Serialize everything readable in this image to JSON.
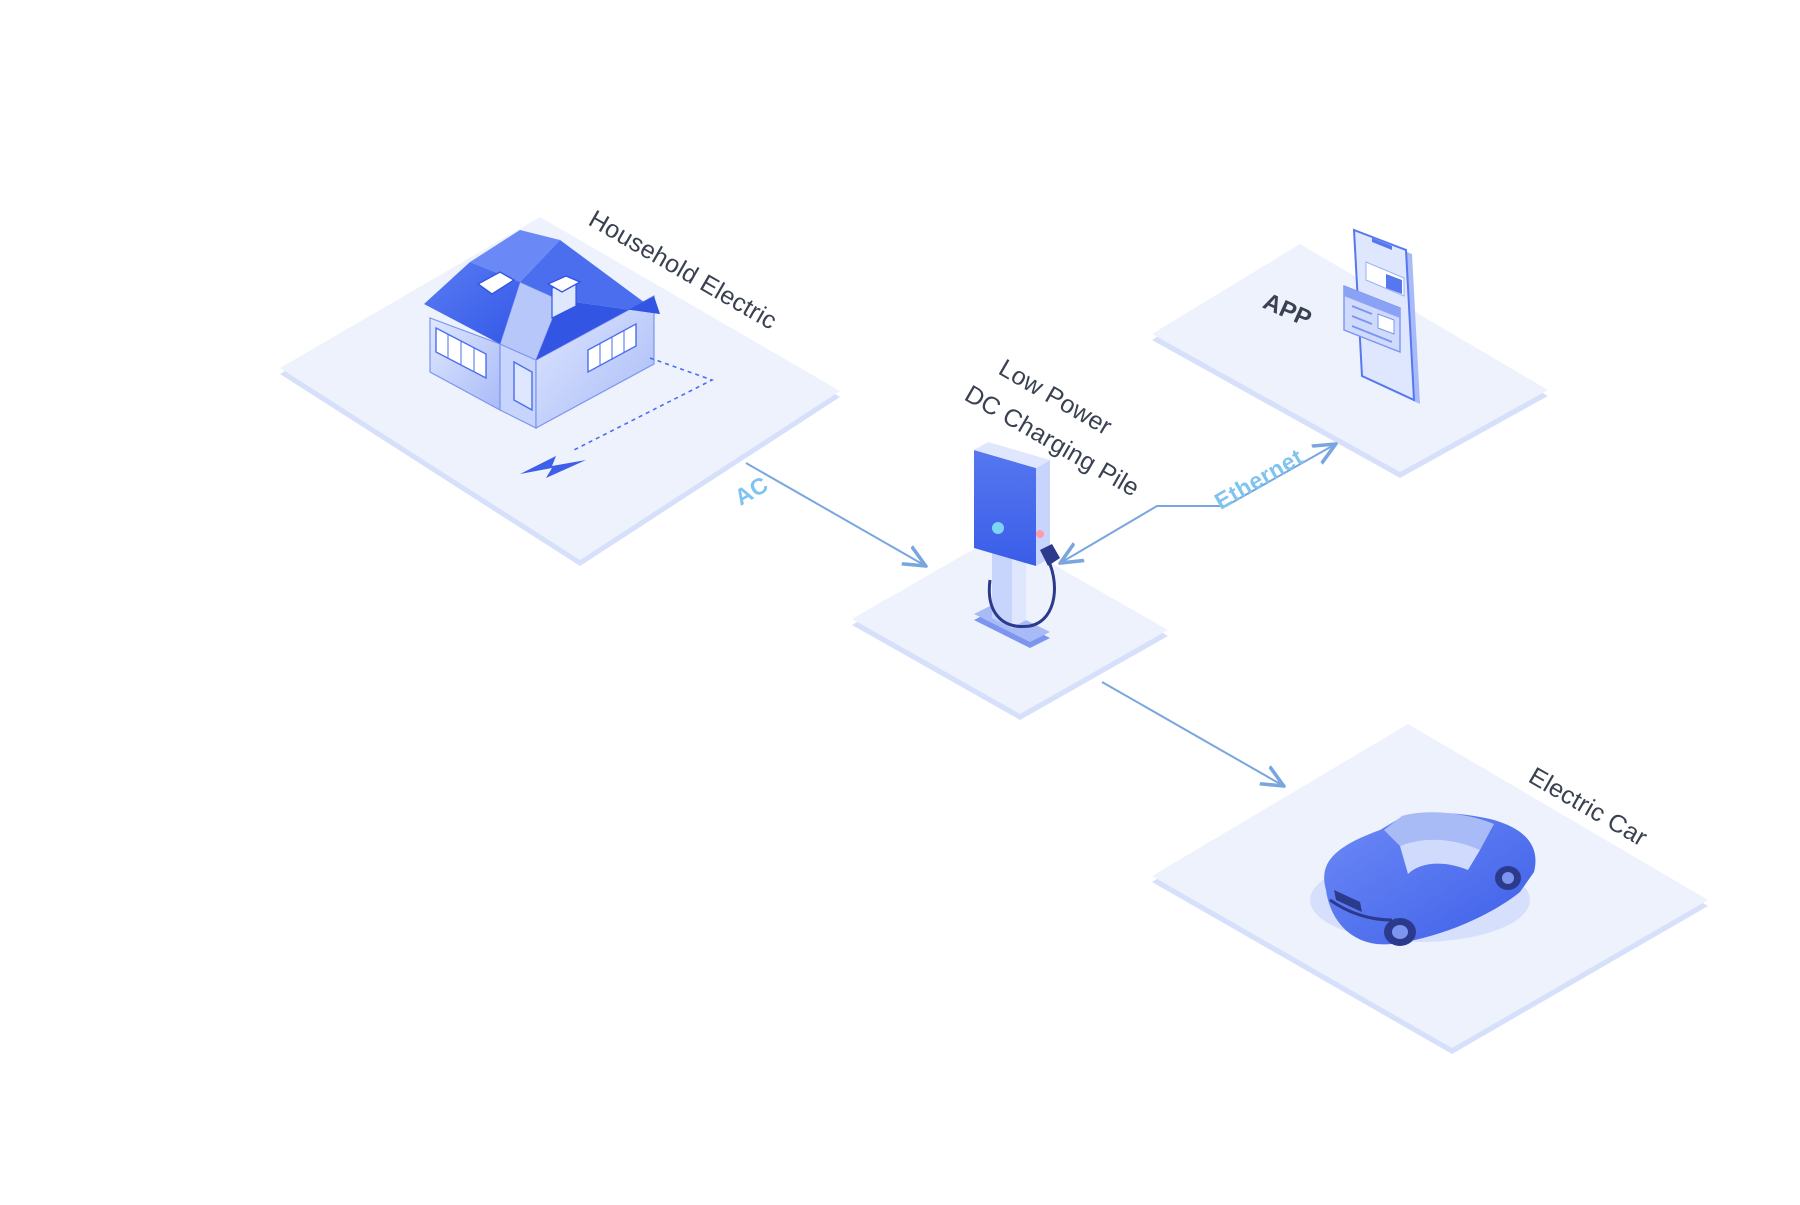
{
  "nodes": {
    "household": "Household Electric",
    "app": "APP",
    "pile_line1": "Low Power",
    "pile_line2": "DC Charging Pile",
    "car": "Electric Car"
  },
  "links": {
    "ac": "AC",
    "ethernet": "Ethernet"
  },
  "colors": {
    "platform_top": "#eef2fc",
    "platform_edge": "#d6e0fa",
    "accent_blue": "#4a6cf0",
    "arrow": "#7aa6e0",
    "link_label": "#7fc3ef",
    "text": "#3a4252"
  }
}
